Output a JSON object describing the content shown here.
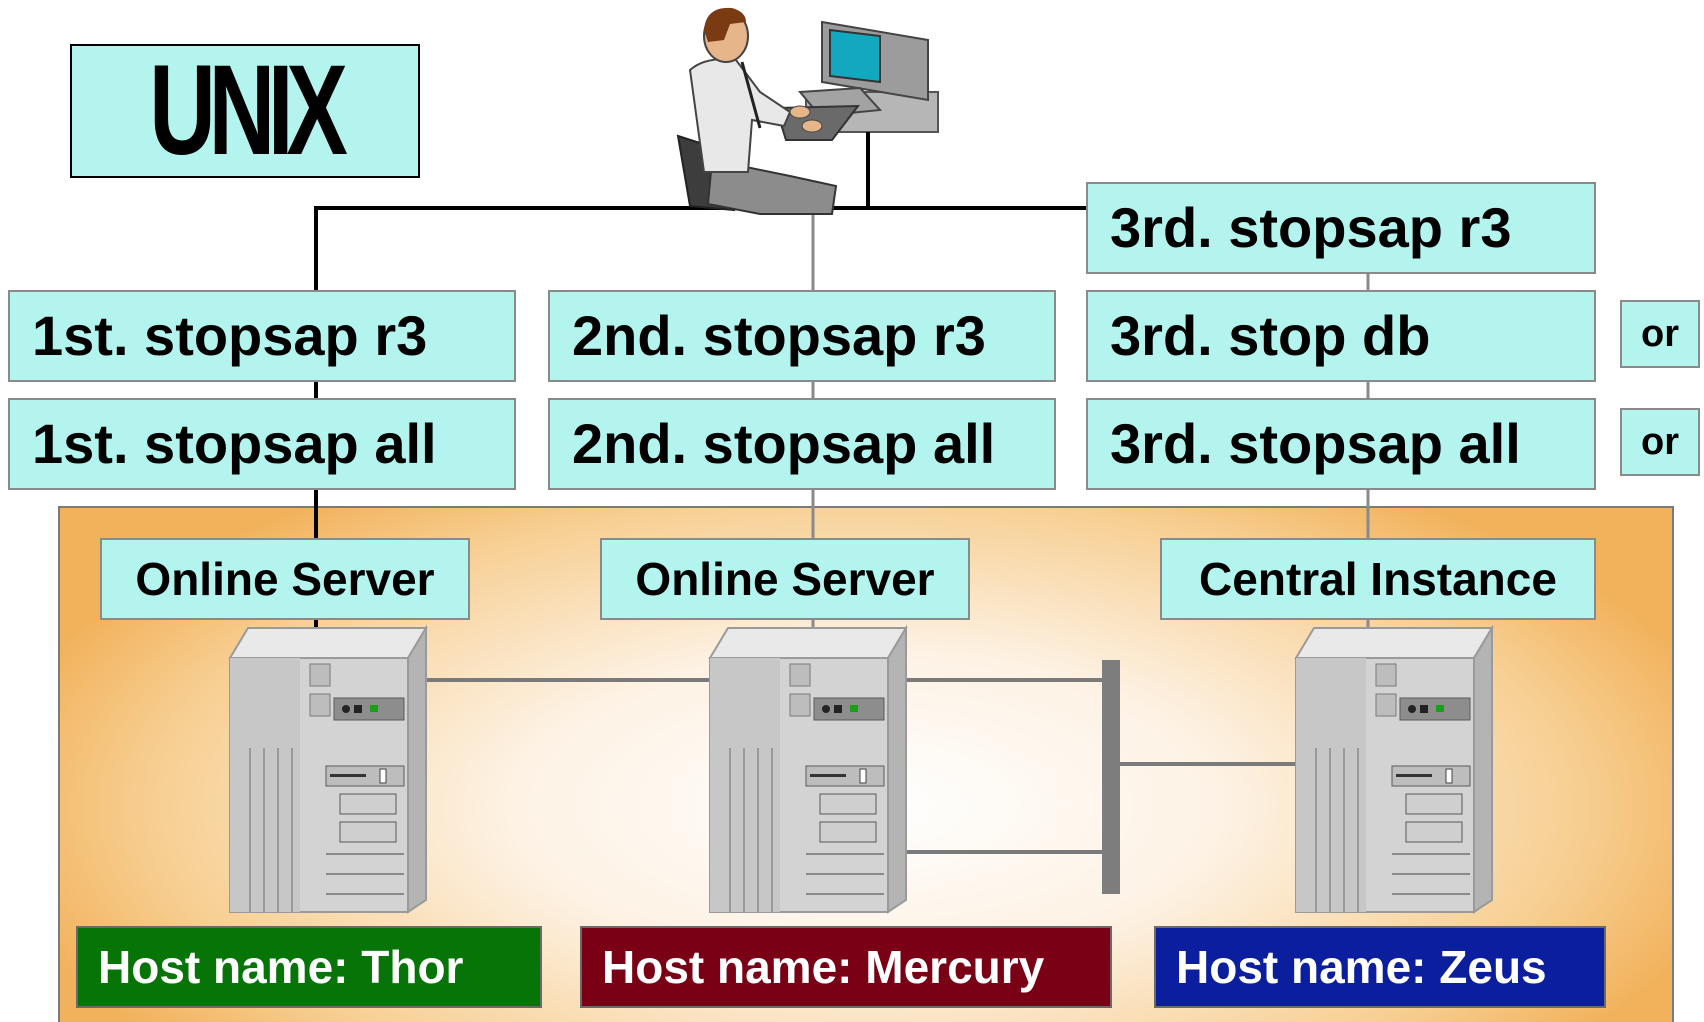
{
  "title": "UNIX",
  "columns": [
    {
      "commands": [
        "1st. stopsap r3",
        "1st. stopsap all"
      ],
      "role": "Online Server",
      "host": "Host name: Thor",
      "host_color": "#067406"
    },
    {
      "commands": [
        "2nd. stopsap r3",
        "2nd. stopsap all"
      ],
      "role": "Online Server",
      "host": "Host name: Mercury",
      "host_color": "#7a0016"
    },
    {
      "commands": [
        "3rd. stopsap r3",
        "3rd. stop db",
        "3rd. stopsap all"
      ],
      "role": "Central Instance",
      "host": "Host name: Zeus",
      "host_color": "#0b1f9e"
    }
  ],
  "or_labels": [
    "or",
    "or"
  ],
  "colors": {
    "command_box": "#b3f5ee",
    "server_area_edge": "#f2b25c",
    "server_area_center": "#ffffff"
  },
  "icons": [
    "user-at-workstation-icon",
    "server-tower-icon",
    "network-backbone"
  ]
}
